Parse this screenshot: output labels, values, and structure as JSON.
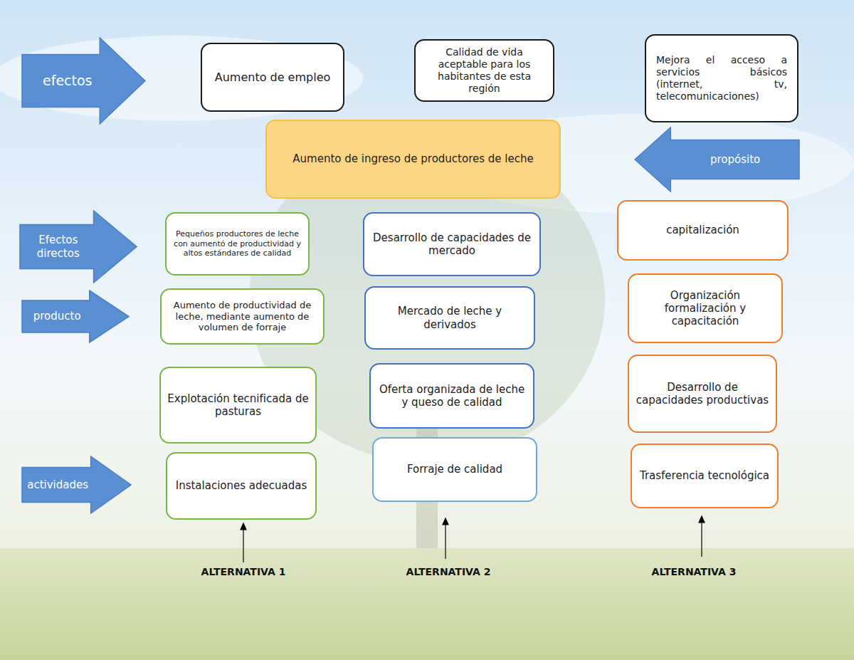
{
  "diagram": {
    "nodes": [
      {
        "text": [
          "efectos"
        ]
      },
      {
        "text": [
          "Aumento de empleo"
        ]
      },
      {
        "text": [
          "Calidad de vida aceptable para los habitantes de esta región"
        ]
      },
      {
        "text": [
          "Mejora el acceso a servicios básicos (internet, tv, telecomunicaciones)"
        ]
      },
      {
        "text": [
          "Aumento de ingreso de productores de leche"
        ]
      },
      {
        "text": [
          "propósito"
        ]
      },
      {
        "text": [
          "Efectos directos"
        ]
      },
      {
        "text": [
          "Pequeños productores de leche con aumentó de productividad y altos estándares de calidad"
        ]
      },
      {
        "text": [
          "Desarrollo de capacidades de mercado"
        ]
      },
      {
        "text": [
          "capitalización"
        ]
      },
      {
        "text": [
          "producto"
        ]
      },
      {
        "text": [
          "Aumento de productividad de leche, mediante aumento de volumen de forraje"
        ]
      },
      {
        "text": [
          "Mercado de leche y derivados"
        ]
      },
      {
        "text": [
          "Organización formalización y capacitación"
        ]
      },
      {
        "text": [
          "Explotación tecnificada de pasturas"
        ]
      },
      {
        "text": [
          "Oferta organizada de leche y queso de calidad"
        ]
      },
      {
        "text": [
          "Desarrollo de capacidades productivas"
        ]
      },
      {
        "text": [
          "actividades"
        ]
      },
      {
        "text": [
          "Instalaciones adecuadas"
        ]
      },
      {
        "text": [
          "Forraje de calidad"
        ]
      },
      {
        "text": [
          "Trasferencia tecnológica"
        ]
      }
    ],
    "labels": [
      "ALTERNATIVA 1",
      "ALTERNATIVA 2",
      "ALTERNATIVA 3"
    ]
  }
}
